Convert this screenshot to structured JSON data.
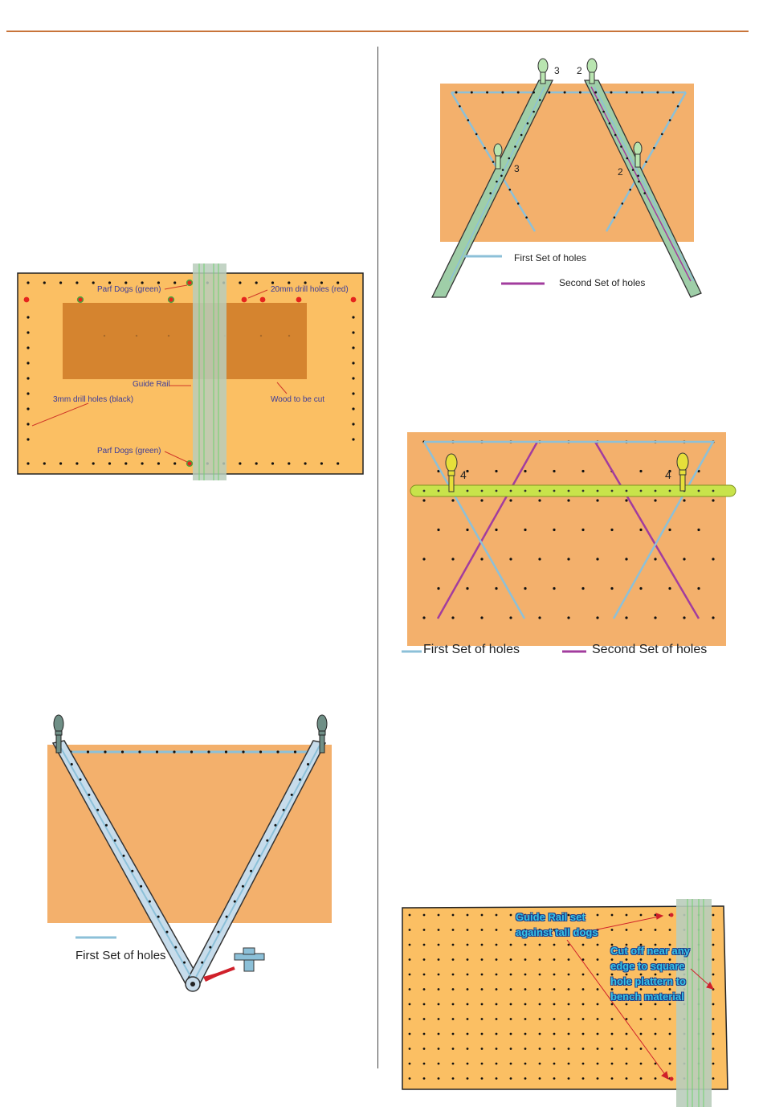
{
  "colors": {
    "header_rule": "#c8743a",
    "board": "#fbbf63",
    "wood": "#d5842f",
    "peach": "#f3b06c",
    "rail": "#b9cdbb",
    "label_blue": "#3b3b9a",
    "first_set": "#8cc0d8",
    "second_set": "#a23c9e",
    "callout_text": "#37c4e6"
  },
  "fig1": {
    "parf_dogs_top": "Parf Dogs (green)",
    "drill_20mm": "20mm drill holes (red)",
    "guide_rail": "Guide Rail",
    "drill_3mm": "3mm drill holes (black)",
    "wood_to_cut": "Wood to be cut",
    "parf_dogs_bottom": "Parf Dogs (green)"
  },
  "fig2": {
    "legend_first": "First Set of holes",
    "dog_icon": "dog-with-nut-icon"
  },
  "fig3": {
    "num_3a": "3",
    "num_2a": "2",
    "num_3b": "3",
    "num_2b": "2",
    "legend_first": "First Set of holes",
    "legend_second": "Second Set of holes"
  },
  "fig4": {
    "num_4a": "4",
    "num_4b": "4",
    "legend_first": "First Set of holes",
    "legend_second": "Second Set of holes"
  },
  "fig5": {
    "callout_rail_line1": "Guide Rail set",
    "callout_rail_line2": "against tall dogs",
    "callout_cut_line1": "Cut off near any",
    "callout_cut_line2": "edge to square",
    "callout_cut_line3": "hole plattern to",
    "callout_cut_line4": "bench material"
  }
}
